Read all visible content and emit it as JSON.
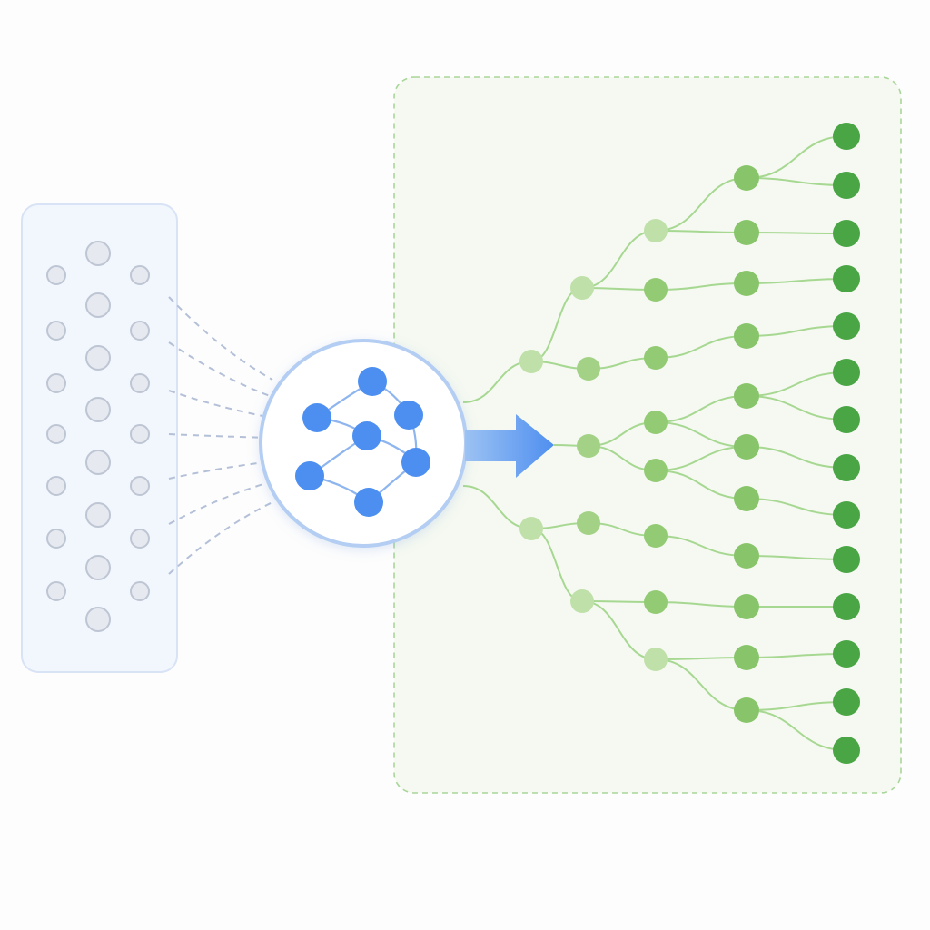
{
  "diagram": {
    "kind": "graph-expansion",
    "colors": {
      "background": "#fdfdfd",
      "input_panel_fill": "#f2f6fd",
      "input_panel_stroke": "#d9e3f6",
      "input_node_fill": "#e6e9f0",
      "input_node_stroke": "#bec6d4",
      "connector_dash": "#b4c0d8",
      "hub_fill": "#ffffff",
      "hub_stroke": "#b3cdf3",
      "hub_node": "#4c8ff0",
      "hub_edge": "#8eb5ee",
      "arrow": "#5b97ec",
      "output_panel_fill": "#f5f9f1",
      "output_panel_stroke": "#a9d699",
      "tree_edge": "#a7d892",
      "tree_level_1": "#bfe0a8",
      "tree_level_2": "#a3d287",
      "tree_level_3": "#93cb75",
      "tree_level_4": "#88c56a",
      "tree_leaf": "#4aa545"
    },
    "input_panel": {
      "rows": 8
    },
    "hub": {
      "node_count": 7
    },
    "output_tree": {
      "levels": 5,
      "leaf_count": 14
    }
  }
}
